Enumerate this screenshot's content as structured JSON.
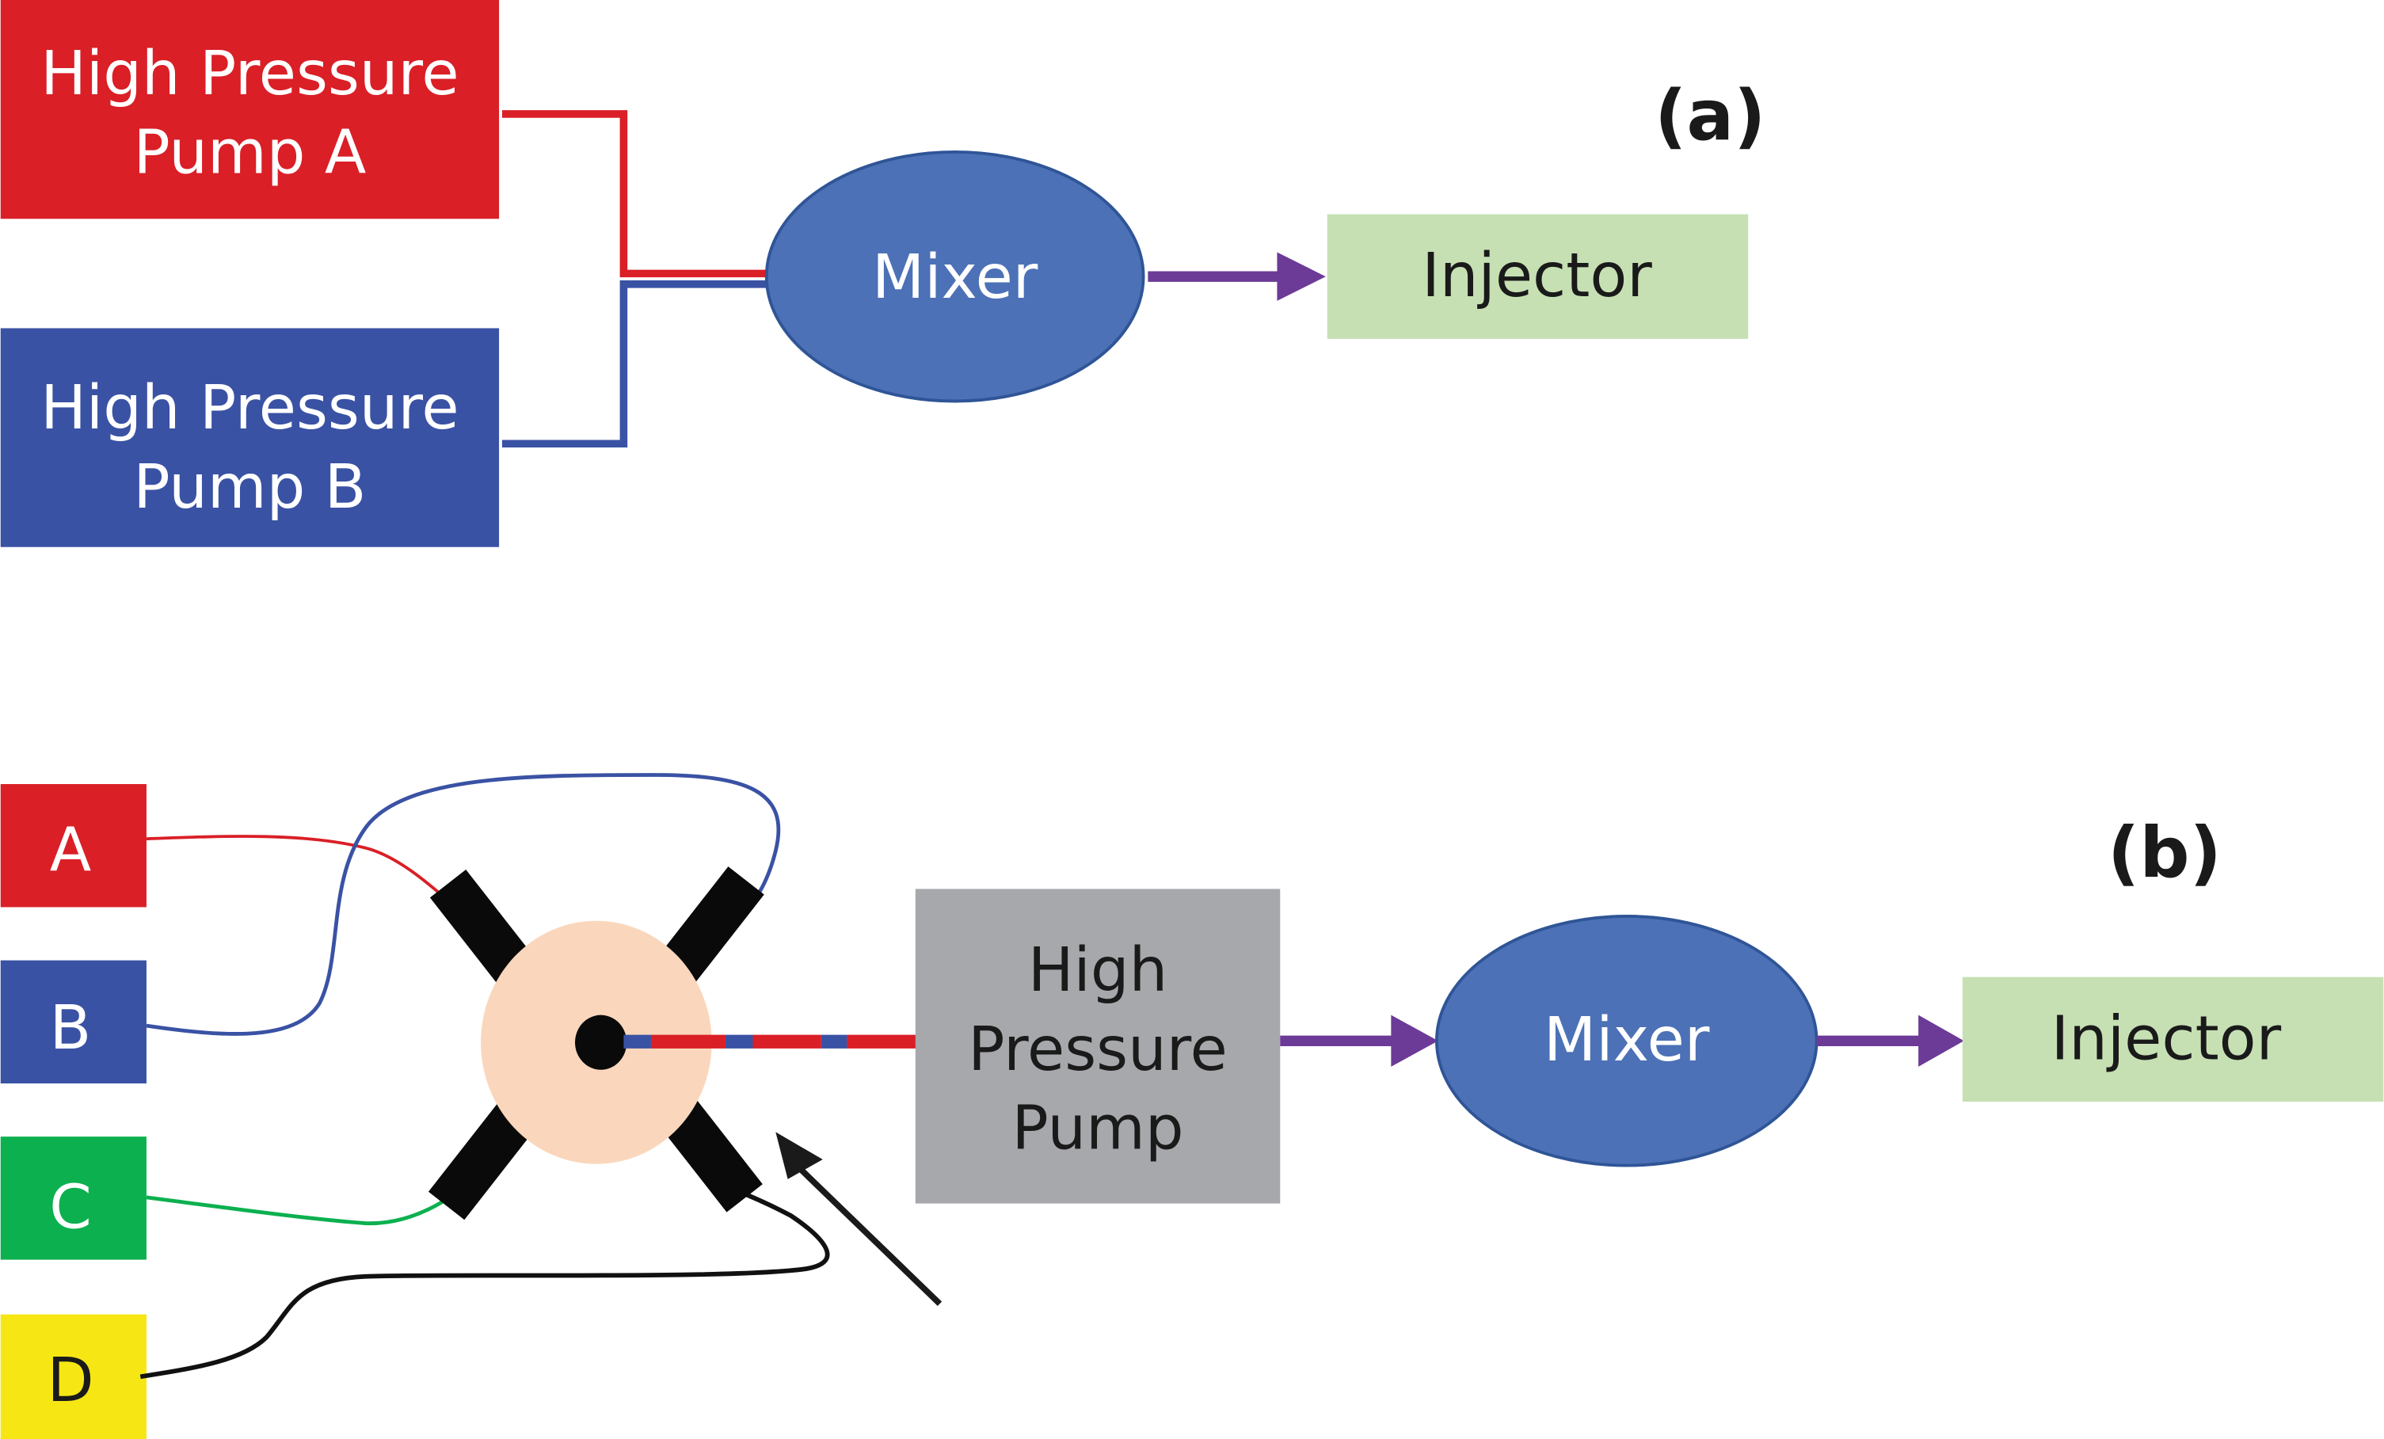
{
  "panel_a": {
    "label": "(a)",
    "pump_a": {
      "line1": "High Pressure",
      "line2": "Pump A",
      "color": "#DA1F27"
    },
    "pump_b": {
      "line1": "High Pressure",
      "line2": "Pump B",
      "color": "#3A52A4"
    },
    "mixer": {
      "label": "Mixer",
      "color": "#4C71B6"
    },
    "injector": {
      "label": "Injector",
      "color": "#C6E0B4"
    }
  },
  "panel_b": {
    "label": "(b)",
    "solvents": [
      {
        "label": "A",
        "color": "#DA1F27",
        "text_color": "#ffffff"
      },
      {
        "label": "B",
        "color": "#3A52A4",
        "text_color": "#ffffff"
      },
      {
        "label": "C",
        "color": "#0CB04F",
        "text_color": "#ffffff"
      },
      {
        "label": "D",
        "color": "#F6E614",
        "text_color": "#1a1a1a"
      }
    ],
    "valve": {
      "body_color": "#FAD7BC",
      "port_color": "#0a0a0a"
    },
    "pump": {
      "line1": "High",
      "line2": "Pressure",
      "line3": "Pump",
      "color": "#A7A8AB"
    },
    "mixer": {
      "label": "Mixer",
      "color": "#4C71B6"
    },
    "injector": {
      "label": "Injector",
      "color": "#C6E0B4"
    }
  },
  "colors": {
    "flow_arrow": "#6C3A97",
    "pointer_arrow": "#1a1a1a"
  }
}
